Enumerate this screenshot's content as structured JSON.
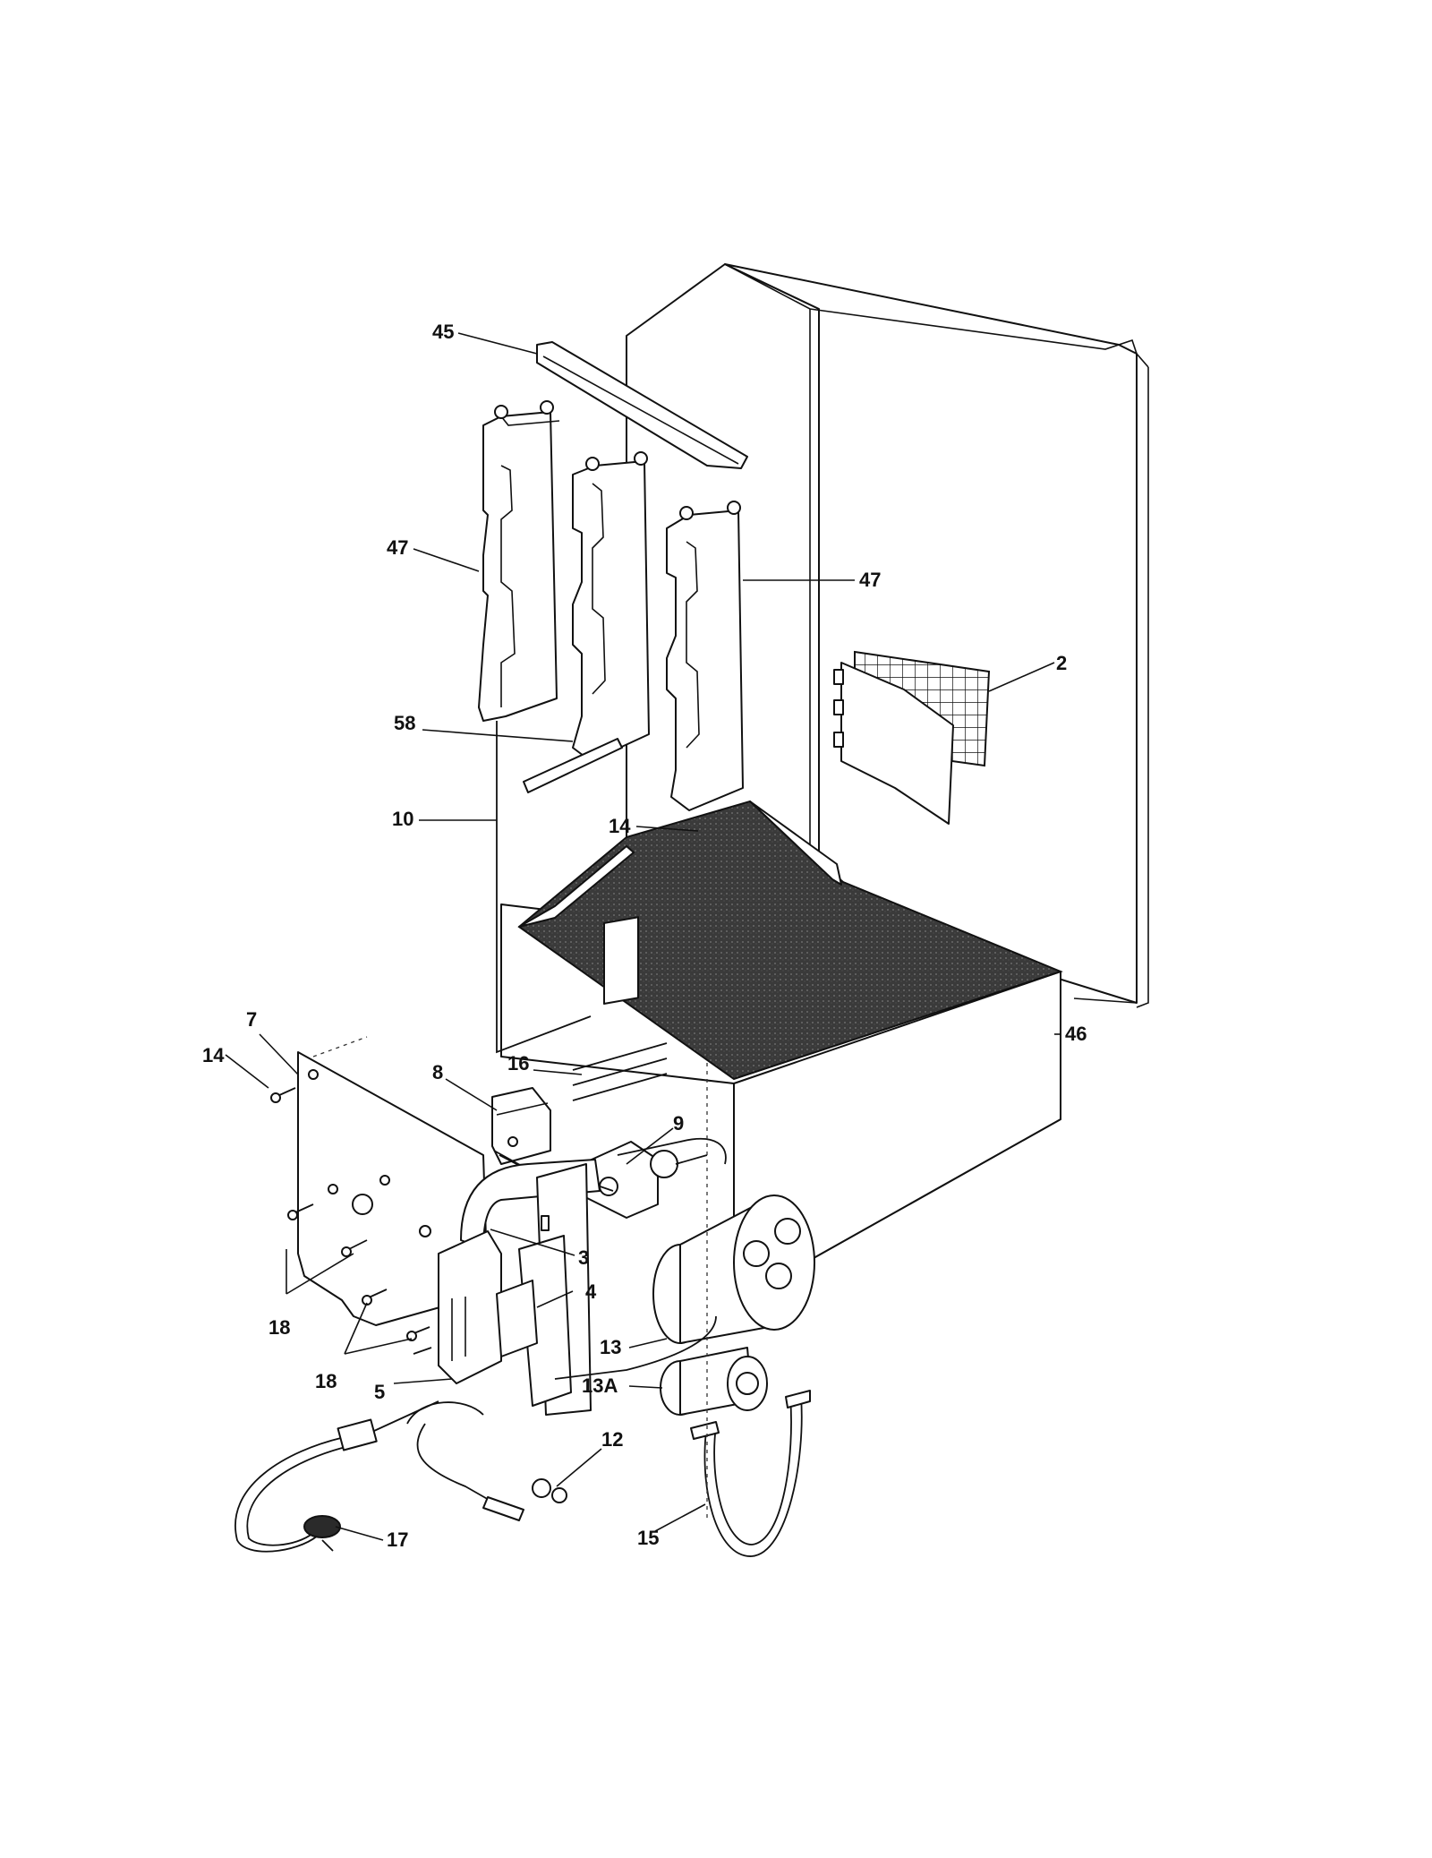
{
  "callouts": {
    "c45": "45",
    "c47a": "47",
    "c47b": "47",
    "c2": "2",
    "c58": "58",
    "c10": "10",
    "c14a": "14",
    "c46": "46",
    "c7": "7",
    "c14b": "14",
    "c8": "8",
    "c16": "16",
    "c9": "9",
    "c3": "3",
    "c4": "4",
    "c18a": "18",
    "c18b": "18",
    "c5": "5",
    "c13": "13",
    "c13a": "13A",
    "c12": "12",
    "c15": "15",
    "c17": "17"
  },
  "colors": {
    "line": "#111111",
    "background": "#ffffff",
    "filter_fill": "#2a2a2a"
  }
}
